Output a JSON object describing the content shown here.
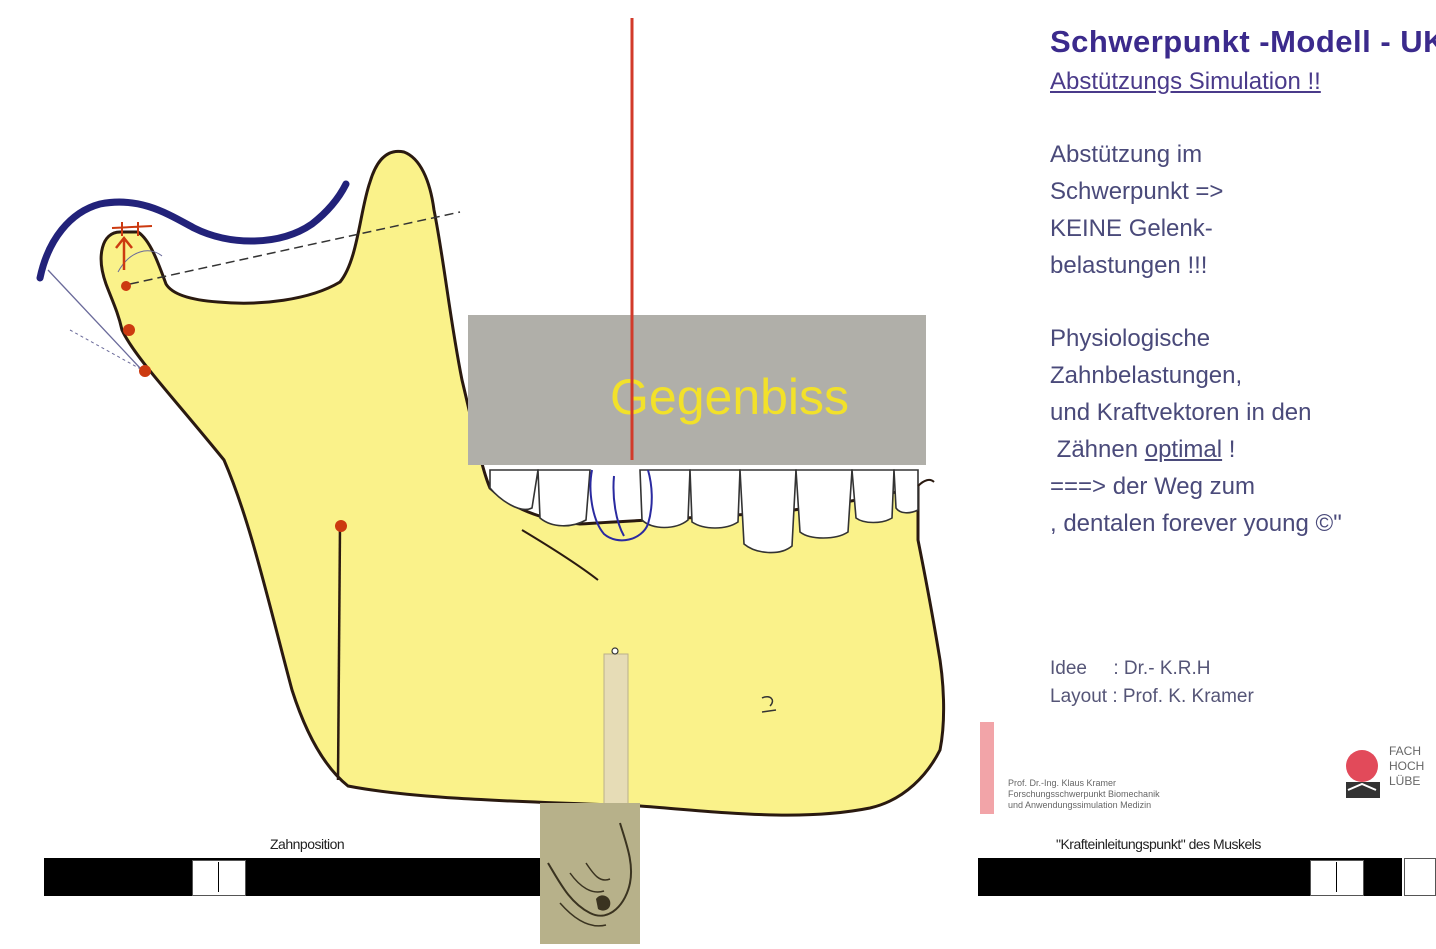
{
  "header": {
    "title": "Schwerpunkt -Modell - UK",
    "subtitle": "Abstützungs Simulation !!"
  },
  "info": {
    "para1": [
      "Abstützung im",
      "Schwerpunkt =>",
      "KEINE Gelenk-",
      "belastungen !!!"
    ],
    "para2": {
      "line1": "Physiologische",
      "line2": "Zahnbelastungen,",
      "line3": "und Kraftvektoren in den",
      "line4_prefix": " Zähnen ",
      "line4_underlined": "optimal",
      "line4_suffix": " !",
      "line5": "===> der Weg zum",
      "line6": ", dentalen forever young ©\""
    }
  },
  "credits": {
    "idea": "Idee     : Dr.- K.R.H",
    "layout": "Layout : Prof. K. Kramer"
  },
  "overlay": {
    "label": "Gegenbiss"
  },
  "sliders": {
    "left_label": "Zahnposition",
    "right_label": "\"Krafteinleitungspunkt\" des Muskels"
  },
  "footer": {
    "tiny_line1": "Prof. Dr.-Ing. Klaus Kramer",
    "tiny_line2": "Forschungsschwerpunkt Biomechanik",
    "tiny_line3": "und Anwendungssimulation Medizin",
    "logo_text": [
      "FACH",
      "HOCH",
      "LÜBE"
    ]
  },
  "colors": {
    "bone": "#faf28a",
    "outline": "#2a1a10",
    "title": "#3b2a8c",
    "axis": "#d23a2a",
    "gegenbiss_text": "#f2e12a"
  }
}
